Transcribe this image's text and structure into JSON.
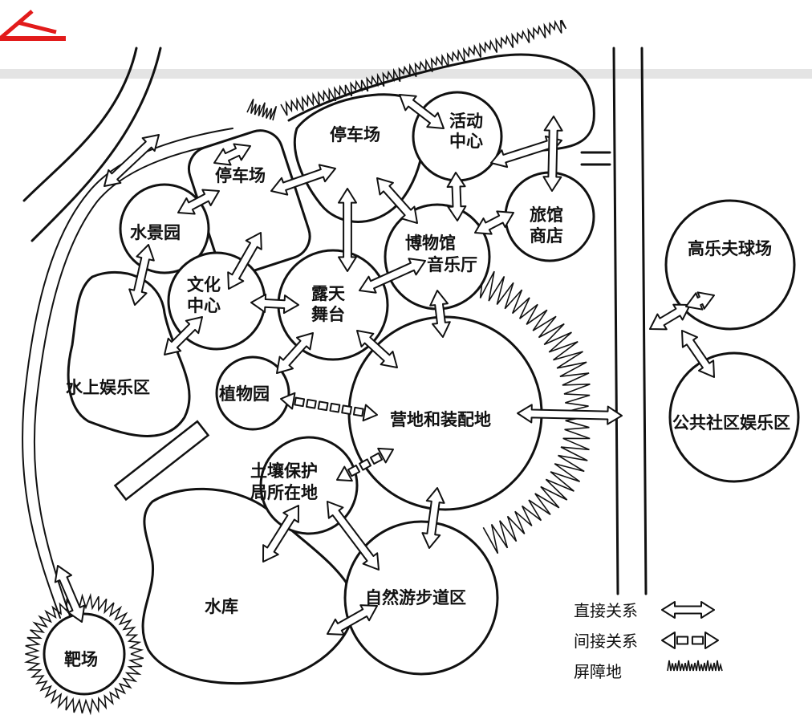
{
  "accent_color": "#e21b1b",
  "header_glyph_fragment": "",
  "zones": {
    "parking_left": "停车场",
    "parking_top": "停车场",
    "activity_center": [
      "活动",
      "中心"
    ],
    "water_garden": "水景园",
    "hotel_shop": [
      "旅馆",
      "商店"
    ],
    "museum_music": [
      "博物馆",
      "音乐厅"
    ],
    "cultural_center": [
      "文化",
      "中心"
    ],
    "open_stage": [
      "露天",
      "舞台"
    ],
    "golf": "高乐夫球场",
    "water_recreation": "水上娱乐区",
    "botanical_garden": "植物园",
    "camp_assembly": "营地和装配地",
    "community_recreation": "公共社区娱乐区",
    "soil_bureau": [
      "土壤保护",
      "局所在地"
    ],
    "reservoir": "水库",
    "nature_trail": "自然游步道区",
    "shooting_range": "靶场"
  },
  "legend": {
    "direct": "直接关系",
    "indirect": "间接关系",
    "barrier": "屏障地"
  }
}
